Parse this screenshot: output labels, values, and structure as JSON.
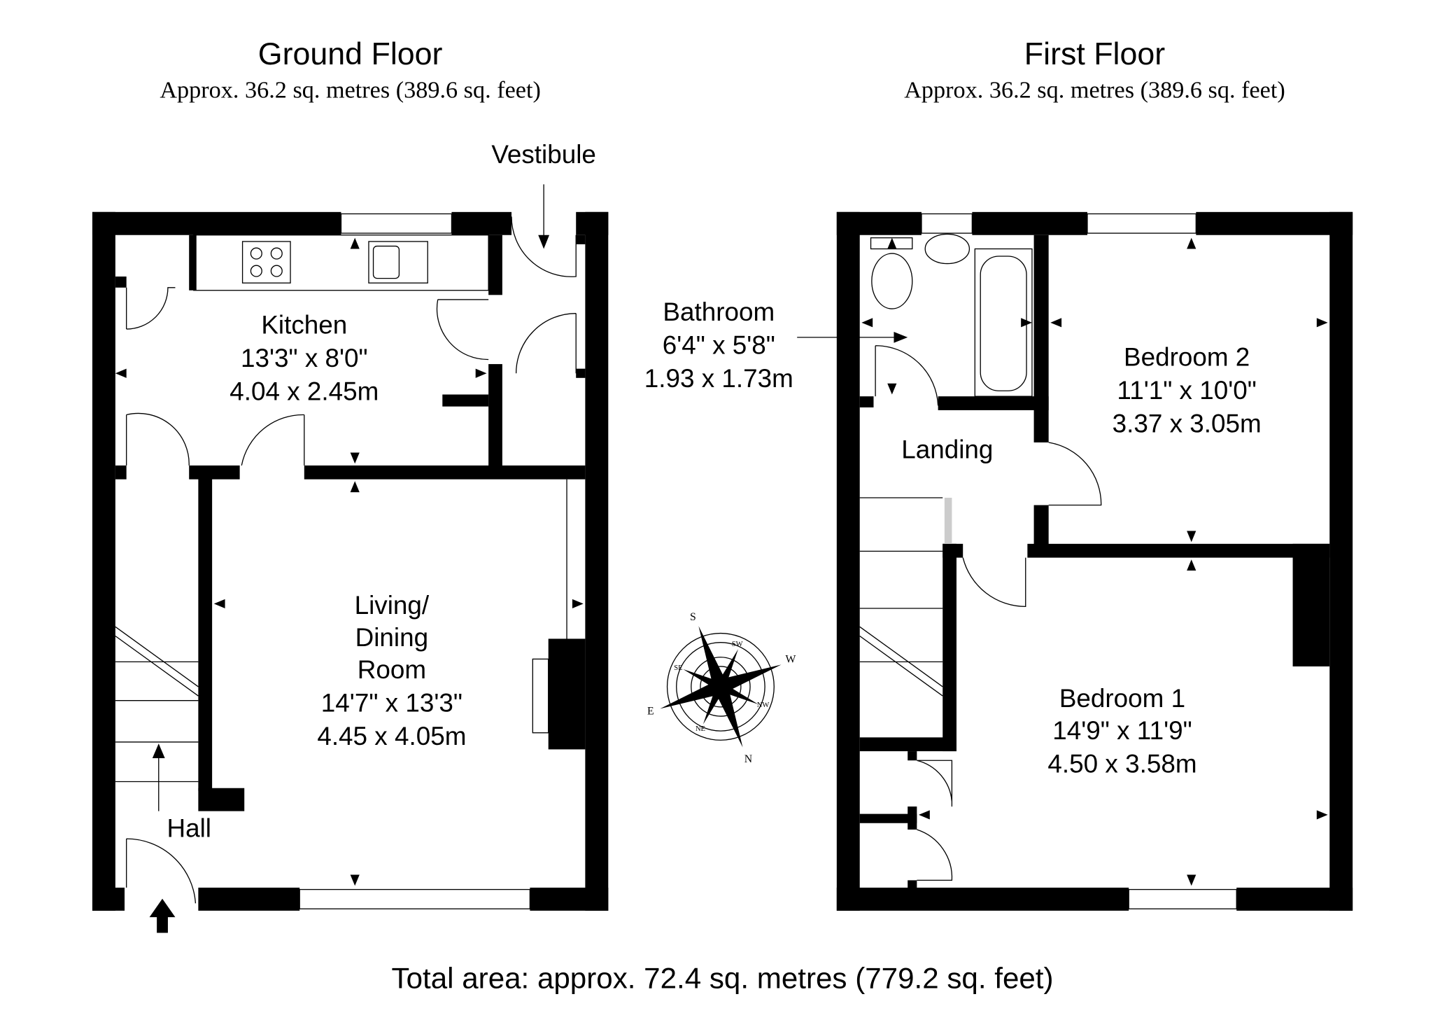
{
  "ground_floor": {
    "title": "Ground Floor",
    "area": "Approx. 36.2 sq. metres (389.6 sq. feet)",
    "rooms": {
      "vestibule": {
        "name": "Vestibule"
      },
      "kitchen": {
        "name": "Kitchen",
        "imperial": "13'3\" x 8'0\"",
        "metric": "4.04 x 2.45m"
      },
      "living": {
        "name_lines": [
          "Living/",
          "Dining",
          "Room"
        ],
        "imperial": "14'7\" x 13'3\"",
        "metric": "4.45 x 4.05m"
      },
      "hall": {
        "name": "Hall"
      }
    }
  },
  "first_floor": {
    "title": "First Floor",
    "area": "Approx. 36.2 sq. metres (389.6 sq. feet)",
    "rooms": {
      "bathroom": {
        "name": "Bathroom",
        "imperial": "6'4\" x 5'8\"",
        "metric": "1.93 x 1.73m"
      },
      "bedroom2": {
        "name": "Bedroom 2",
        "imperial": "11'1\" x 10'0\"",
        "metric": "3.37 x 3.05m"
      },
      "landing": {
        "name": "Landing"
      },
      "bedroom1": {
        "name": "Bedroom 1",
        "imperial": "14'9\" x 11'9\"",
        "metric": "4.50 x 3.58m"
      }
    }
  },
  "compass": {
    "labels": [
      "S",
      "SW",
      "W",
      "NW",
      "N",
      "NE",
      "E",
      "SE"
    ]
  },
  "total_area": "Total area: approx. 72.4 sq. metres (779.2 sq. feet)"
}
